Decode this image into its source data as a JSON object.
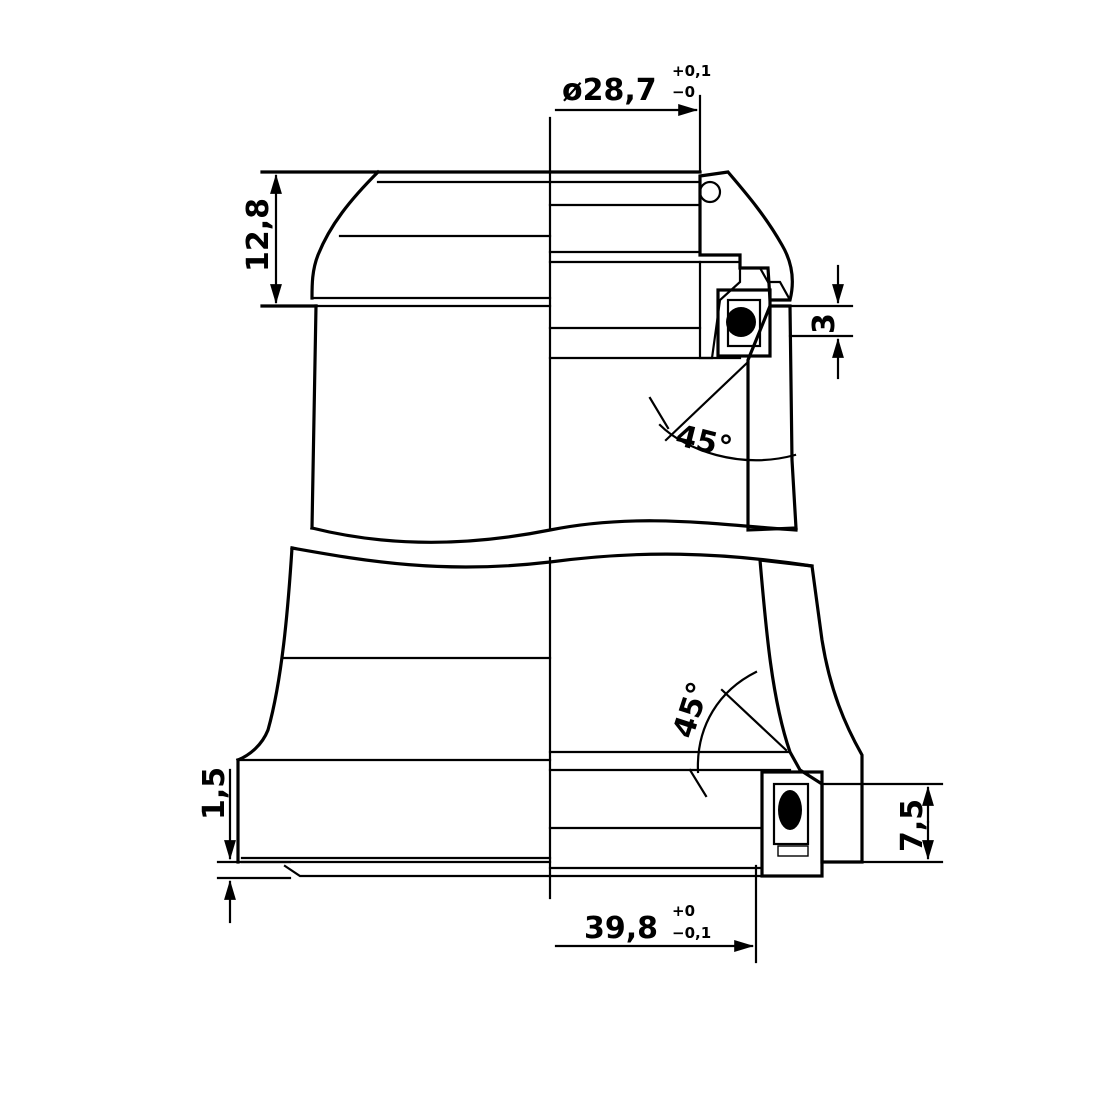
{
  "drawing": {
    "dims": {
      "top_diameter": {
        "main": "ø28,7",
        "tol_upper": "+0,1",
        "tol_lower": "−0"
      },
      "bottom_diameter": {
        "main": "39,8",
        "tol_upper": "+0",
        "tol_lower": "−0,1"
      },
      "cup_height_top": "12,8",
      "bearing_offset_top": "3",
      "lip_bottom": "1,5",
      "bearing_height_bottom": "7,5",
      "angle_top": "45°",
      "angle_bottom": "45°"
    }
  }
}
